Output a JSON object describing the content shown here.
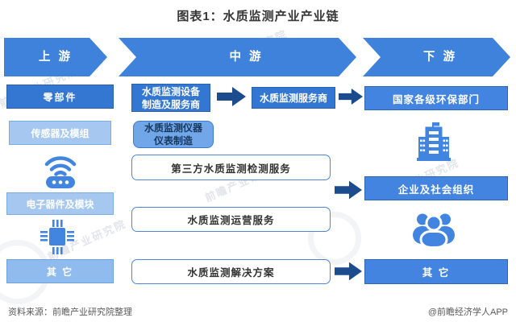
{
  "title": "图表1：水质监测产业产业链",
  "stages": [
    {
      "label": "上 游"
    },
    {
      "label": "中 游"
    },
    {
      "label": "下 游"
    }
  ],
  "upstream": {
    "parts": "零部件",
    "sensors": "传感器及模组",
    "electronics": "电子器件及模块",
    "others": "其 它"
  },
  "midstream": {
    "equipment_line1": "水质监测设备",
    "equipment_line2": "制造及服务商",
    "service_provider": "水质监测服务商",
    "instrument_line1": "水质监测仪器",
    "instrument_line2": "仪表制造",
    "third_party": "第三方水质监测检测服务",
    "operation": "水质监测运营服务",
    "solution": "水质监测解决方案"
  },
  "downstream": {
    "government": "国家各级环保部门",
    "enterprise": "企业及社会组织",
    "others": "其 它"
  },
  "icons": {
    "wireless_device": "wireless-sensor-device-icon",
    "chip": "electronic-chip-icon",
    "building": "organization-building-icon",
    "people": "people-group-icon"
  },
  "footer": {
    "source": "资料来源：前瞻产业研究院整理",
    "credit": "@前瞻经济学人APP"
  },
  "watermark": {
    "text": "前瞻产业研究院"
  },
  "colors": {
    "stage_blue": "#3E82DC",
    "dark_box": "#3477D2",
    "light_box": "#A6C8F0",
    "instrument_box": "#71A7E8",
    "right_box": "#4284E0",
    "navy_arrow": "#1C4B8E",
    "icon_blue": "#4285E0",
    "white_box_border": "#4B86D8"
  }
}
